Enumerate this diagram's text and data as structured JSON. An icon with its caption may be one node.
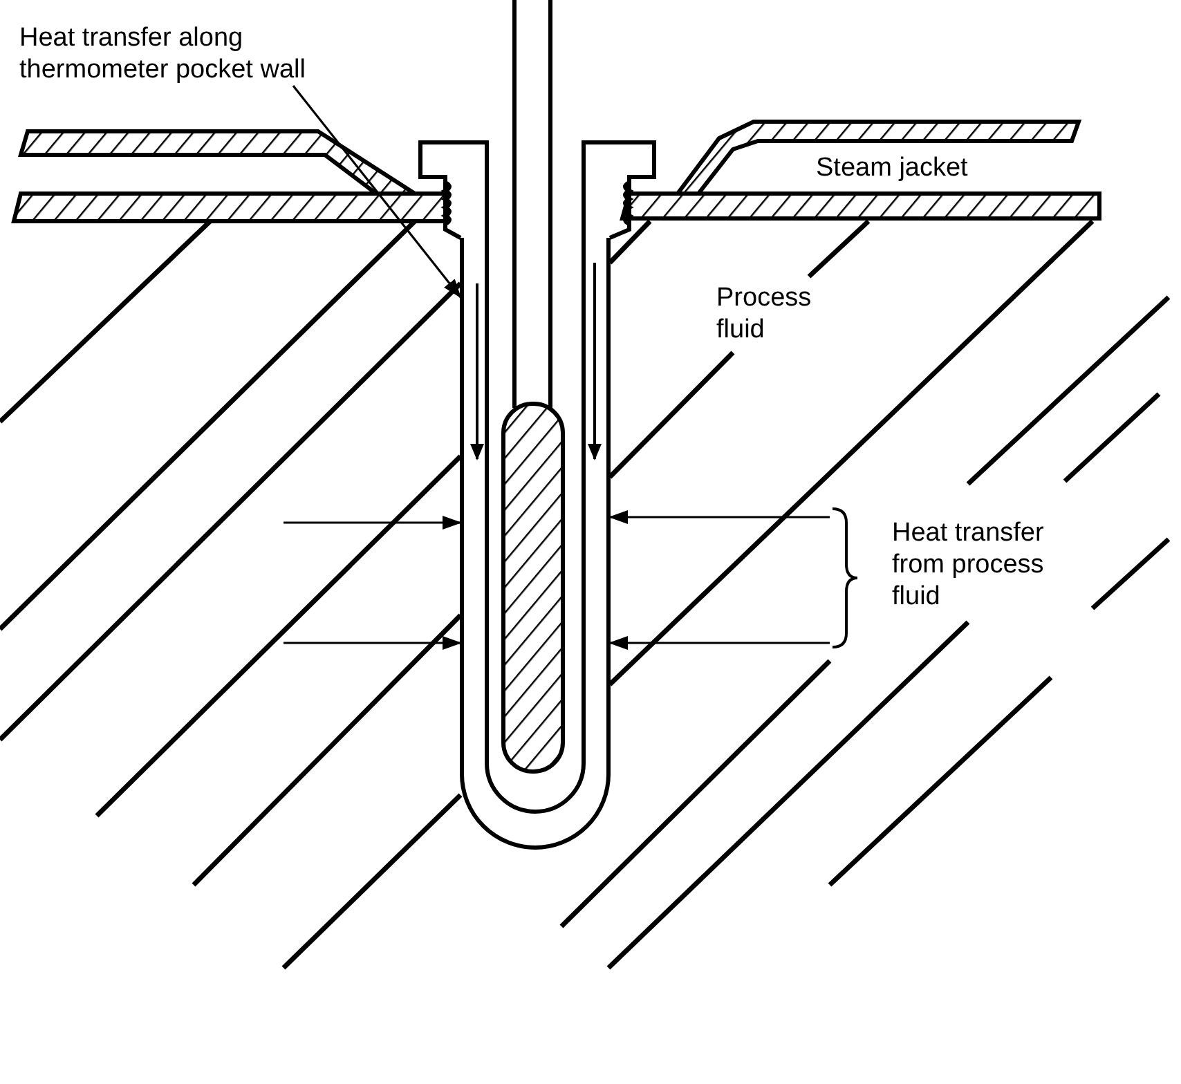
{
  "diagram": {
    "nodes": [
      {
        "text": [
          "Heat transfer along thermometer pocket wall"
        ]
      },
      {
        "text": [],
        "shape": "picture"
      },
      {
        "text": [
          "Heat transfer from process fluid"
        ]
      }
    ],
    "edges": [
      {
        "from": 0,
        "to": 1,
        "arrow": "to"
      },
      {
        "from": 2,
        "to": 1,
        "arrow": "to"
      },
      {
        "from": 2,
        "to": 1,
        "arrow": "to"
      },
      {
        "from": null,
        "to": 1,
        "arrow": "to"
      },
      {
        "from": null,
        "to": 1,
        "arrow": "to"
      }
    ],
    "labels": [
      "Steam jacket",
      "Process fluid"
    ]
  }
}
